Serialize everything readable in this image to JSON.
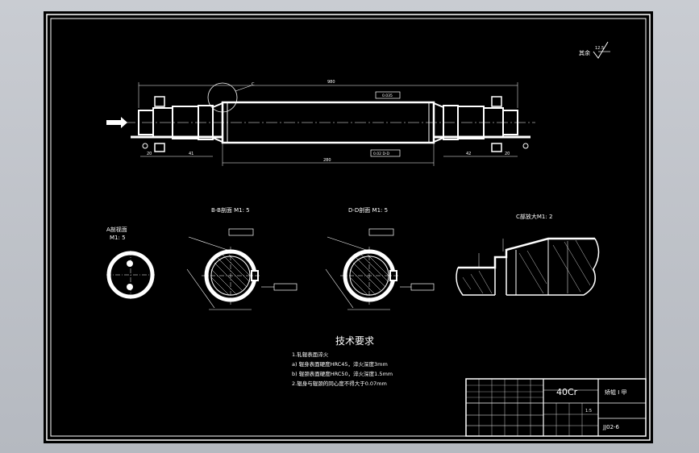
{
  "drawing": {
    "roughness_label": "其余",
    "roughness_value": "12.5",
    "dim_overall": "980",
    "dim_left_end": "41",
    "dim_left_small": "20",
    "dim_middle": "280",
    "dim_right_end": "42",
    "dim_right_small": "20",
    "tol_top": "0.035",
    "tol_bottom": "0.02 D-D",
    "callout_c": "C",
    "section_a_title": "A剖视面",
    "section_a_scale": "M1: 5",
    "section_b_title": "B-B剖面  M1: 5",
    "section_d_title": "D-D剖面  M1: 5",
    "detail_c_title": "C部放大M1: 2",
    "tech_title": "技术要求",
    "tech_items": [
      "1.轧辊表面淬火",
      "a) 辊身表面硬度HRC45，淬火深度3mm",
      "b) 辊颈表面硬度HRC50，淬火深度1.5mm",
      "2.辊身与辊颈的同心度不得大于0.07mm"
    ]
  },
  "title_block": {
    "material": "40Cr",
    "part_name": "矫辊 I 甲",
    "drawing_no": "JJ02-6",
    "scale": "1:5"
  }
}
